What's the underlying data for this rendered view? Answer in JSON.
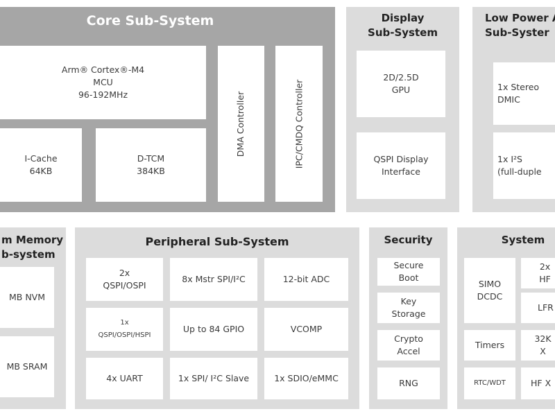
{
  "core": {
    "title": "Core Sub-System",
    "mcu": "Arm® Cortex®-M4\nMCU\n96-192MHz",
    "icache": "I-Cache\n64KB",
    "dtcm": "D-TCM\n384KB",
    "dma": "DMA Controller",
    "ipc": "IPC/CMDQ Controller"
  },
  "display": {
    "title": "Display\nSub-System",
    "gpu": "2D/2.5D\nGPU",
    "qspi": "QSPI Display\nInterface"
  },
  "lowpower": {
    "title": "Low Power Au\nSub-Syster",
    "dmic": "1x Stereo\nDMIC",
    "i2s": "1x I²S\n(full-duple"
  },
  "memory": {
    "title": "m Memory\nb-system",
    "nvm": "MB NVM",
    "sram": "MB SRAM"
  },
  "peripheral": {
    "title": "Peripheral Sub-System",
    "cells": [
      "2x\nQSPI/OSPI",
      "8x Mstr SPI/I²C",
      "12-bit ADC",
      "1x\nQSPI/OSPI/HSPI",
      "Up to 84 GPIO",
      "VCOMP",
      "4x UART",
      "1x SPI/ I²C Slave",
      "1x SDIO/eMMC"
    ]
  },
  "security": {
    "title": "Security",
    "items": [
      "Secure\nBoot",
      "Key\nStorage",
      "Crypto\nAccel",
      "RNG"
    ]
  },
  "system": {
    "title": "System",
    "simo": "SIMO\nDCDC",
    "timers": "Timers",
    "rtc": "RTC/WDT",
    "hfr": "2x HF",
    "lfr": "LFR",
    "khz": "32K X",
    "hfx": "HF X"
  }
}
